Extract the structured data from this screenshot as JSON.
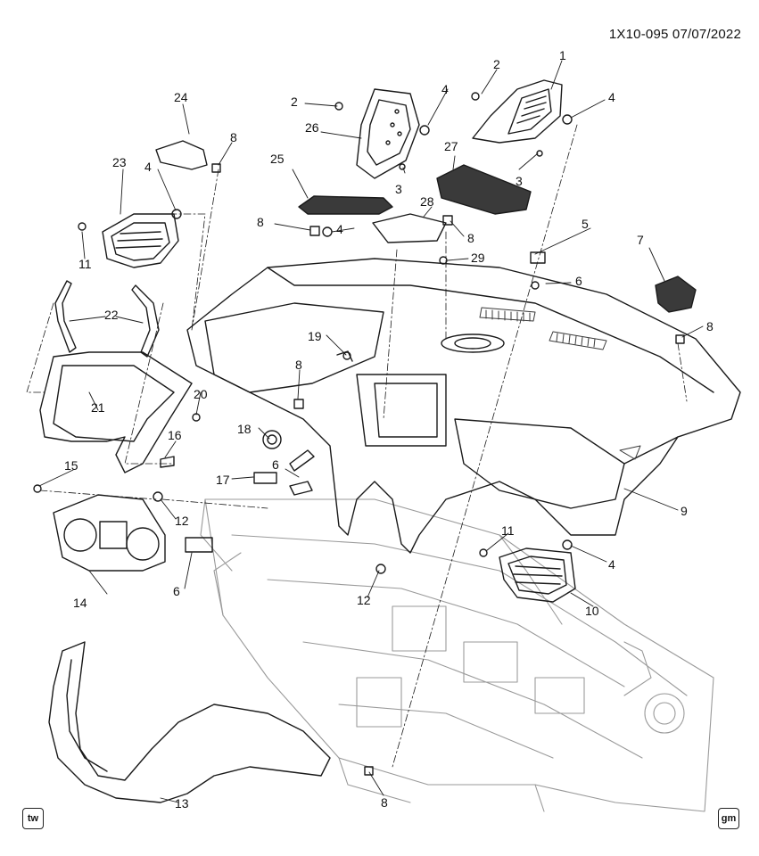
{
  "reference_code": "1X10-095  07/07/2022",
  "corner_icons": {
    "left": "tw",
    "right": "gm"
  },
  "callouts": [
    "1",
    "2",
    "2",
    "3",
    "3",
    "4",
    "4",
    "4",
    "4",
    "4",
    "5",
    "6",
    "6",
    "6",
    "7",
    "8",
    "8",
    "8",
    "8",
    "8",
    "8",
    "9",
    "10",
    "11",
    "11",
    "12",
    "12",
    "13",
    "14",
    "15",
    "16",
    "17",
    "18",
    "19",
    "20",
    "21",
    "22",
    "23",
    "24",
    "25",
    "26",
    "27",
    "28",
    "29"
  ],
  "colors": {
    "line": "#1a1a1a",
    "grille": "#3a3a3a",
    "frame_ghost": "#9a9a9a"
  }
}
